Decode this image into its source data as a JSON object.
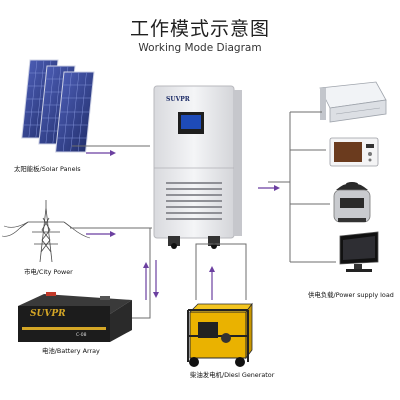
{
  "header": {
    "title_cn": "工作模式示意图",
    "title_en": "Working Mode Diagram"
  },
  "labels": {
    "solar": "太阳能板/Solar Panels",
    "city": "市电/City Power",
    "battery": "电池/Battery Array",
    "generator": "柴油发电机/Diesl Generator",
    "load": "供电负载/Power supply load"
  },
  "brand": {
    "inverter": "SUVPR",
    "battery": "SUVPR",
    "battery_sub": "C-08"
  },
  "colors": {
    "arrow": "#6b3fa0",
    "line": "#6d6d6d",
    "panel": "#3a4a9a",
    "cabinet": "#e8e9ec",
    "screen": "#1e4bb8"
  }
}
